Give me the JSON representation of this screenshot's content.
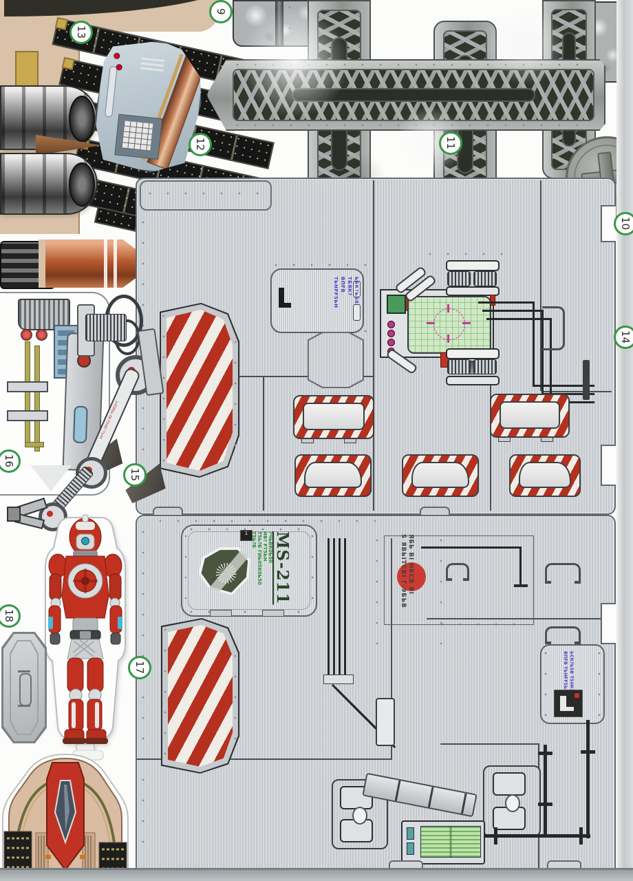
{
  "document": {
    "kind": "sci-fi papercraft model kit parts sheet (scan)",
    "background": "#fcfcfb"
  },
  "badges": {
    "b9": "9",
    "b10": "10",
    "b11": "11",
    "b12": "12",
    "b13": "13",
    "b14": "14",
    "b15": "15",
    "b16": "16",
    "b17": "17",
    "b18": "18"
  },
  "decals": {
    "hatch_text_line1": "ЬБК?ЬБ8 ТБЯК?",
    "hatch_text_line2": "ВПFВ ТЬНFF5ЬН",
    "side_hatch_text_line1": "ЬСК?Ь5В Т50К?",
    "side_hatch_text_line2": "ВПFВ ТЬНFF5ЬН",
    "ms_code": "MS-211",
    "ms_text_line1": "?ЧЬВК0Ь50",
    "ms_text_line2": "ИВ? FТ5ЬН",
    "ms_text_line3": "Т5Ь?Б ГИЬ05К0Ь50",
    "ms_text_line4": "Т5Ь?Б",
    "stamp_text_line1": "ЯБЬ ВІ НБСВ ВІ",
    "stamp_text_line2": "S ЯВЬІТСВІ Г-9БЬВ",
    "arm_text": "Ь45ВБЬ 4В F54В? ТЬ44"
  },
  "colors": {
    "hazard_red": "#b5301f",
    "panel_metal": "#ccd0d4",
    "decal_blue": "#5a3fc0",
    "decal_green": "#2e8b3a",
    "ms_green": "#28462b",
    "stamp_red": "#cc2a20",
    "badge_ring_green": "#37974a"
  }
}
